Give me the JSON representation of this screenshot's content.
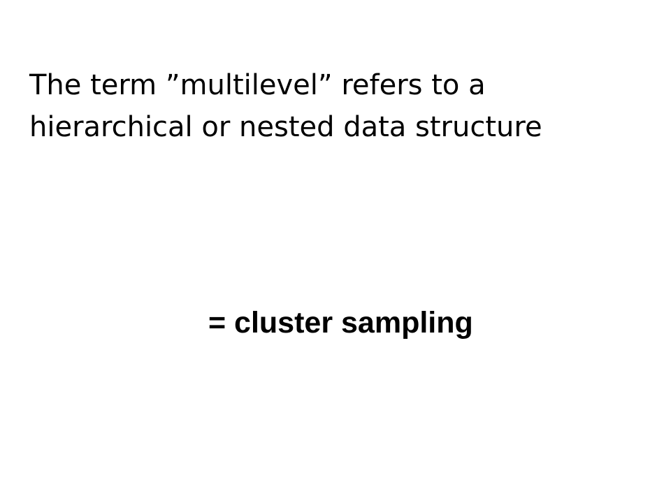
{
  "slide": {
    "title_lines": [
      "The term ”multilevel” refers to a",
      "hierarchical or nested data structure"
    ],
    "body_text": "= cluster sampling",
    "colors": {
      "background": "#ffffff",
      "text": "#000000"
    }
  }
}
